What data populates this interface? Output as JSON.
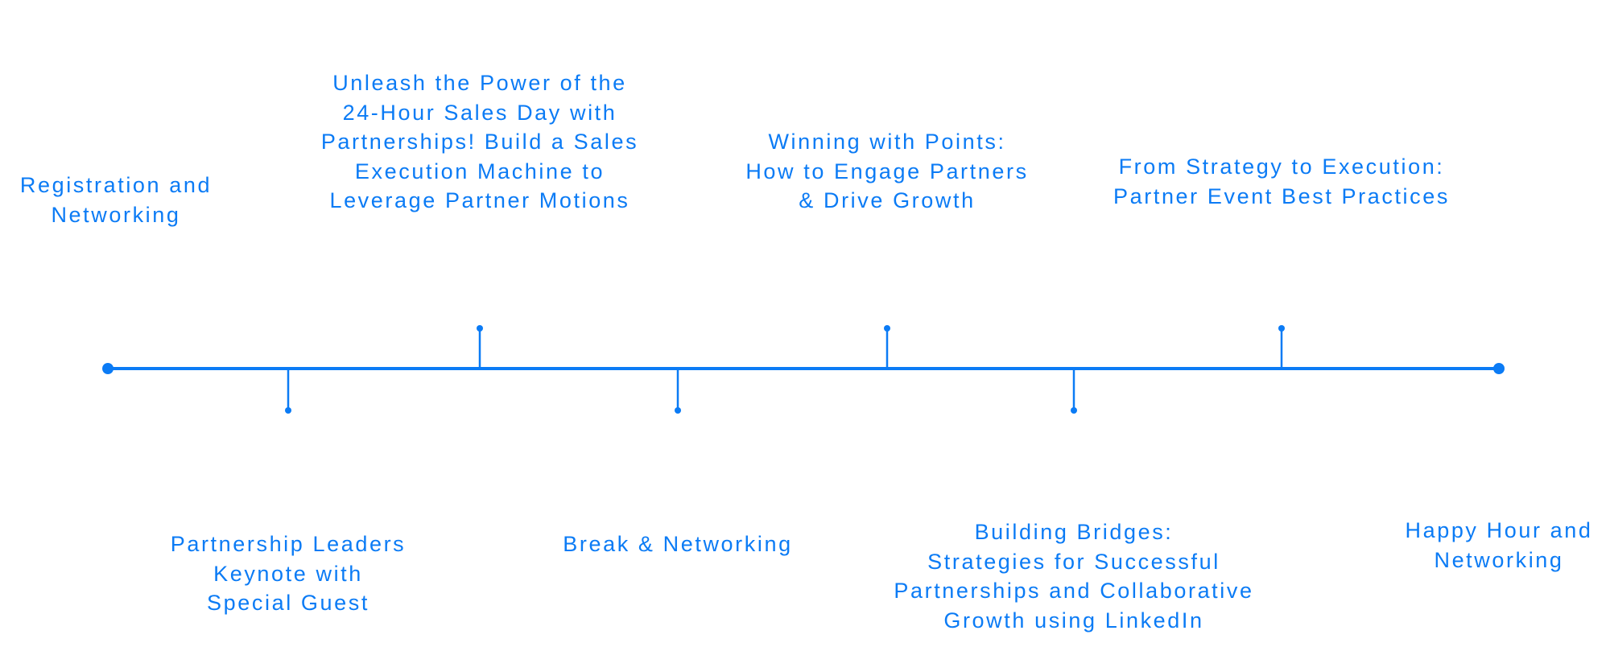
{
  "accent_color": "#0b7bf5",
  "events": [
    {
      "position": "above",
      "lines": [
        "Registration and",
        "Networking"
      ]
    },
    {
      "position": "below",
      "lines": [
        "Partnership Leaders",
        "Keynote with",
        "Special Guest"
      ]
    },
    {
      "position": "above",
      "lines": [
        "Unleash the Power of the",
        "24-Hour Sales Day with",
        "Partnerships! Build a Sales",
        "Execution Machine to",
        "Leverage Partner Motions"
      ]
    },
    {
      "position": "below",
      "lines": [
        "Break & Networking"
      ]
    },
    {
      "position": "above",
      "lines": [
        "Winning with Points:",
        "How to Engage Partners",
        "& Drive Growth"
      ]
    },
    {
      "position": "below",
      "lines": [
        "Building Bridges:",
        "Strategies for Successful",
        "Partnerships and Collaborative",
        "Growth using LinkedIn"
      ]
    },
    {
      "position": "above",
      "lines": [
        "From Strategy to Execution:",
        "Partner Event Best Practices"
      ]
    },
    {
      "position": "below",
      "lines": [
        "Happy Hour and",
        "Networking"
      ]
    }
  ]
}
